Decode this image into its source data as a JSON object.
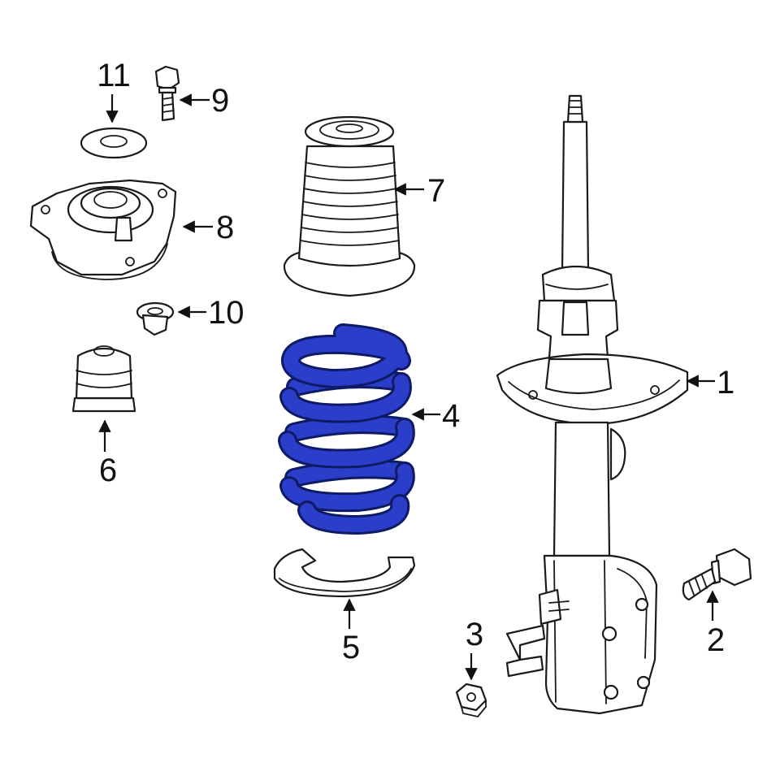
{
  "colors": {
    "line": "#1a1a1a",
    "highlight": "#2b3ec9",
    "highlight_outline": "#0f1a66",
    "background": "#ffffff"
  },
  "callouts": [
    {
      "id": "strut-assembly",
      "label": "1"
    },
    {
      "id": "cam-bolt",
      "label": "2"
    },
    {
      "id": "nut",
      "label": "3"
    },
    {
      "id": "coil-spring",
      "label": "4",
      "highlighted": true
    },
    {
      "id": "lower-spring-insulator",
      "label": "5"
    },
    {
      "id": "bump-stop",
      "label": "6"
    },
    {
      "id": "dust-boot",
      "label": "7"
    },
    {
      "id": "strut-mount",
      "label": "8"
    },
    {
      "id": "mount-bolt",
      "label": "9"
    },
    {
      "id": "mount-nut",
      "label": "10"
    },
    {
      "id": "upper-washer",
      "label": "11"
    }
  ]
}
